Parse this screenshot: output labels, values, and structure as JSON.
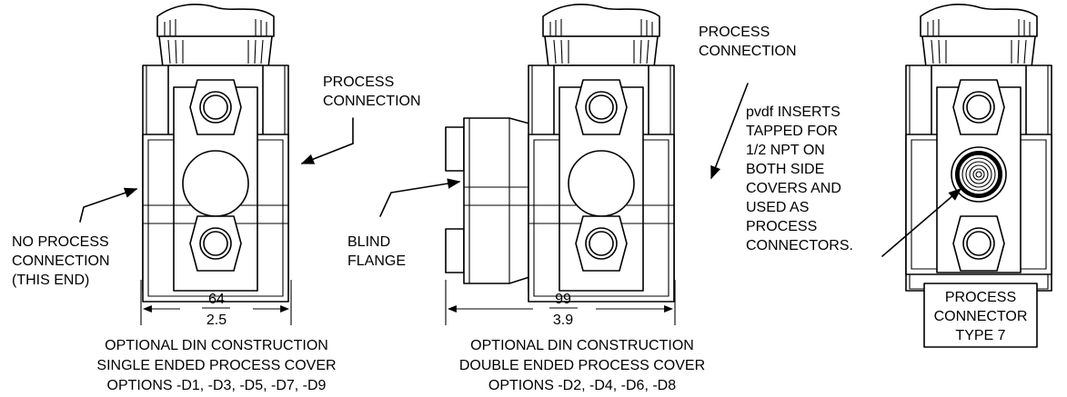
{
  "views": {
    "single": {
      "label_process": [
        "PROCESS",
        "CONNECTION"
      ],
      "label_no_process": [
        "NO PROCESS",
        "CONNECTION",
        "(THIS END)"
      ],
      "dim_mm": "64",
      "dim_in": "2.5",
      "caption": [
        "OPTIONAL DIN CONSTRUCTION",
        "SINGLE ENDED PROCESS COVER",
        "OPTIONS -D1, -D3, -D5, -D7, -D9"
      ]
    },
    "double": {
      "label_process": [
        "PROCESS",
        "CONNECTION"
      ],
      "label_blind": [
        "BLIND",
        "FLANGE"
      ],
      "dim_mm": "99",
      "dim_in": "3.9",
      "caption": [
        "OPTIONAL DIN CONSTRUCTION",
        "DOUBLE ENDED PROCESS COVER",
        "OPTIONS -D2, -D4, -D6, -D8"
      ]
    },
    "type7": {
      "label_inserts": [
        "pvdf INSERTS",
        "TAPPED FOR",
        "1/2 NPT ON",
        "BOTH SIDE",
        "COVERS AND",
        "USED AS",
        "PROCESS",
        "CONNECTORS."
      ],
      "box_label": [
        "PROCESS",
        "CONNECTOR",
        "TYPE 7"
      ]
    }
  }
}
